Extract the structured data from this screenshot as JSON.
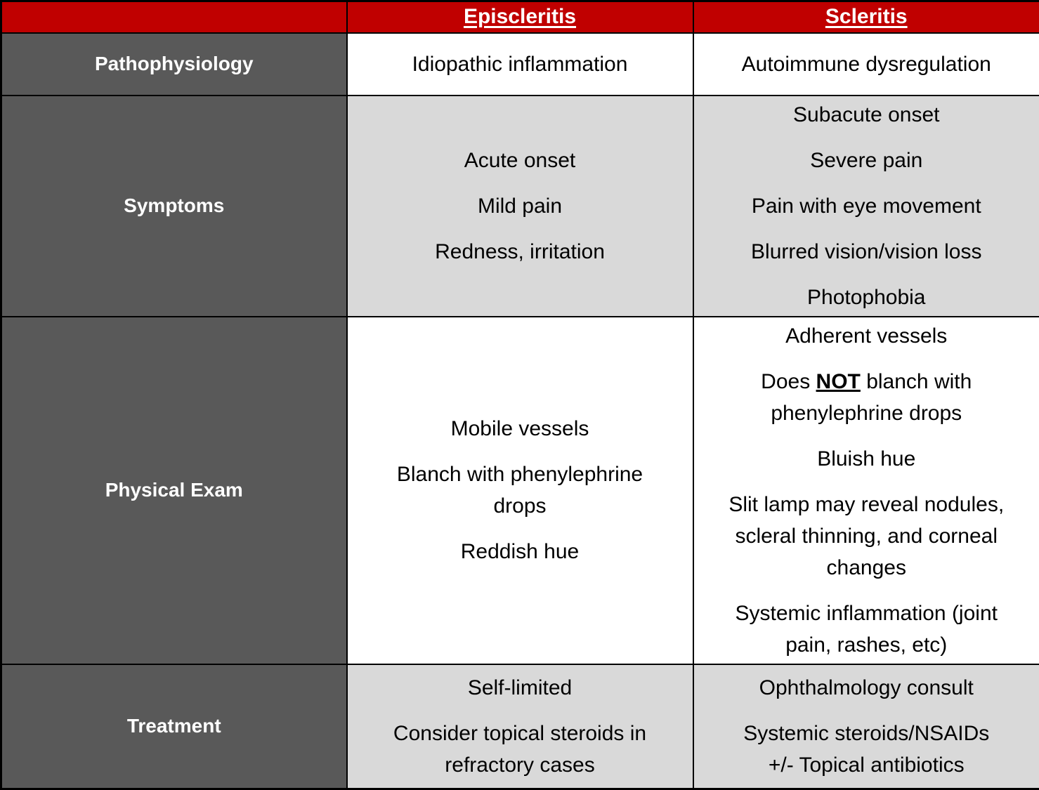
{
  "header": {
    "episcleritis": "Episcleritis",
    "scleritis": "Scleritis"
  },
  "row_labels": {
    "pathophysiology": "Pathophysiology",
    "symptoms": "Symptoms",
    "physical_exam": "Physical Exam",
    "treatment": "Treatment"
  },
  "cells": {
    "pathophysiology": {
      "episcleritis": [
        "Idiopathic inflammation"
      ],
      "scleritis": [
        "Autoimmune dysregulation"
      ]
    },
    "symptoms": {
      "episcleritis": [
        "Acute onset",
        "Mild pain",
        "Redness, irritation"
      ],
      "scleritis": [
        "Subacute onset",
        "Severe pain",
        "Pain with eye movement",
        "Blurred vision/vision loss",
        "Photophobia"
      ]
    },
    "physical_exam": {
      "episcleritis": [
        "Mobile vessels",
        "Blanch with phenylephrine",
        "drops",
        "Reddish hue"
      ],
      "scleritis": {
        "l1": "Adherent vessels",
        "l2_pre": "Does ",
        "l2_not": "NOT",
        "l2_post": " blanch with",
        "l3": "phenylephrine drops",
        "l4": "Bluish hue",
        "l5": "Slit lamp may reveal nodules,",
        "l6": "scleral thinning, and corneal",
        "l7": "changes",
        "l8": "Systemic inflammation (joint",
        "l9": "pain, rashes, etc)"
      }
    },
    "treatment": {
      "episcleritis": [
        "Self-limited",
        "Consider topical steroids in",
        "refractory cases"
      ],
      "scleritis": [
        "Ophthalmology consult",
        "Systemic steroids/NSAIDs",
        "+/- Topical antibiotics"
      ]
    }
  },
  "colors": {
    "header_red": "#C00000",
    "row_label_gray": "#595959",
    "shaded_cell_gray": "#D9D9D9",
    "cell_white": "#FFFFFF",
    "border_black": "#000000",
    "header_text": "#FFFFFF",
    "body_text": "#000000"
  }
}
